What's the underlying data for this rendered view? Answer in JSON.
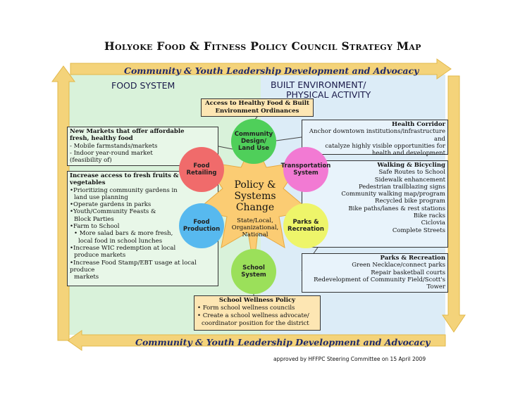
{
  "title": "Holyoke Food & Fitness Policy Council Strategy Map",
  "band_top": "Community & Youth Leadership Development and Advocacy",
  "band_bottom": "Community & Youth Leadership Development and Advocacy",
  "food_system_header": "FOOD SYSTEM",
  "built_header_1": "BUILT ENVIRONMENT/",
  "built_header_2": "PHYSICAL ACTIVITY",
  "top_box": {
    "line1": "Access to Healthy Food & Built",
    "line2": "Environment Ordinances"
  },
  "markets": {
    "heading_1": "New Markets that offer affordable",
    "heading_2": "fresh, healthy food",
    "items": [
      "- Mobile farmstands/markets",
      "- Indoor year-round market",
      "  (feasibility of)"
    ]
  },
  "access": {
    "heading_1": "Increase access to fresh fruits &",
    "heading_2": "vegetables",
    "items": [
      "•Prioritizing community gardens in",
      "land use planning",
      "•Operate gardens in parks",
      "•Youth/Community Feasts &",
      "Block Parties",
      "•Farm to School",
      "• More salad bars & more fresh,",
      "local food in school lunches",
      "•Increase WIC redemption at local",
      "produce markets",
      "•Increase Food Stamp/EBT usage at local produce",
      "markets"
    ]
  },
  "health": {
    "heading": "Health Corridor",
    "lines": [
      "Anchor downtown institutions/infrastructure and",
      "catalyze highly visible opportunities for",
      "health and development"
    ]
  },
  "walking": {
    "heading": "Walking & Bicycling",
    "lines": [
      "Safe Routes to School",
      "Sidewalk enhancement",
      "Pedestrian trailblazing signs",
      "Community walking map/program",
      "Recycled bike program",
      "Bike paths/lanes & rest stations",
      "Bike racks",
      "Ciclovia",
      "Complete Streets"
    ]
  },
  "parks_box": {
    "heading": "Parks & Recreation",
    "lines": [
      "Green Necklace/connect parks",
      "Repair basketball courts",
      "Redevelopment of Community Field/Scott's",
      "Tower"
    ]
  },
  "school_box": {
    "heading": "School Wellness Policy",
    "lines": [
      "• Form school wellness councils",
      "• Create a school wellness advocate/",
      "coordinator position for the district"
    ]
  },
  "circles": {
    "community": [
      "Community",
      "Design/",
      "Land Use"
    ],
    "transport": [
      "Transportation",
      "System"
    ],
    "parks": [
      "Parks &",
      "Recreation"
    ],
    "school": [
      "School",
      "System"
    ],
    "production": [
      "Food",
      "Production"
    ],
    "retail": [
      "Food",
      "Retailing"
    ]
  },
  "center": {
    "line1": "Policy &",
    "line2": "Systems",
    "line3": "Change",
    "sub1": "State/Local,",
    "sub2": "Organizational,",
    "sub3": "National"
  },
  "approved": "approved by HFFPC Steering Committee on 15 April 2009",
  "colors": {
    "green_area": "#d9f2da",
    "blue_area": "#dcecf7",
    "arrow": "#f4d37a",
    "band_text": "#1f2a6b"
  }
}
